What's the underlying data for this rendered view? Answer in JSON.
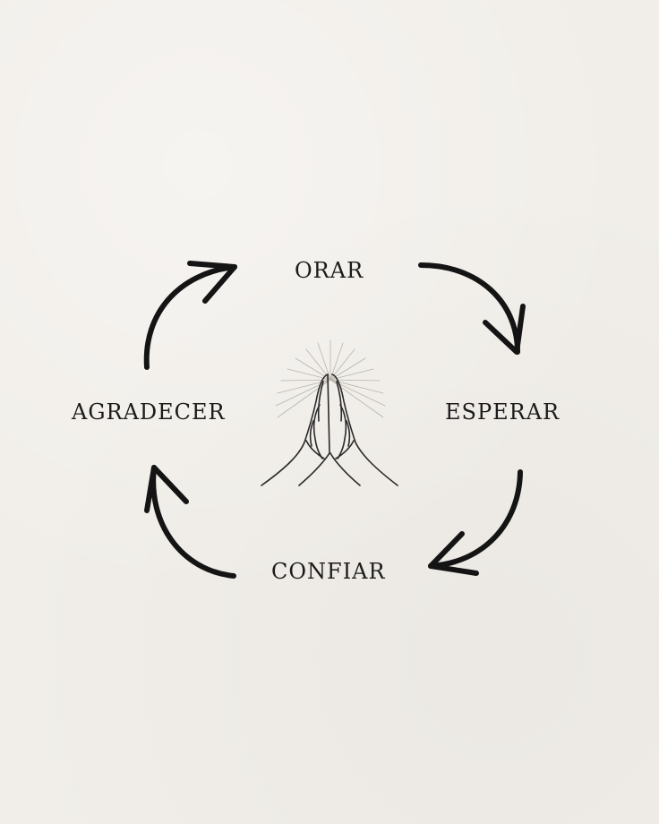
{
  "diagram": {
    "steps": [
      {
        "label": "ORAR",
        "position": "top"
      },
      {
        "label": "ESPERAR",
        "position": "right"
      },
      {
        "label": "CONFIAR",
        "position": "bottom"
      },
      {
        "label": "AGRADECER",
        "position": "left"
      }
    ],
    "center_icon": "praying-hands-icon",
    "flow": "clockwise",
    "colors": {
      "background": "#f1eee9",
      "ink": "#141414"
    }
  }
}
